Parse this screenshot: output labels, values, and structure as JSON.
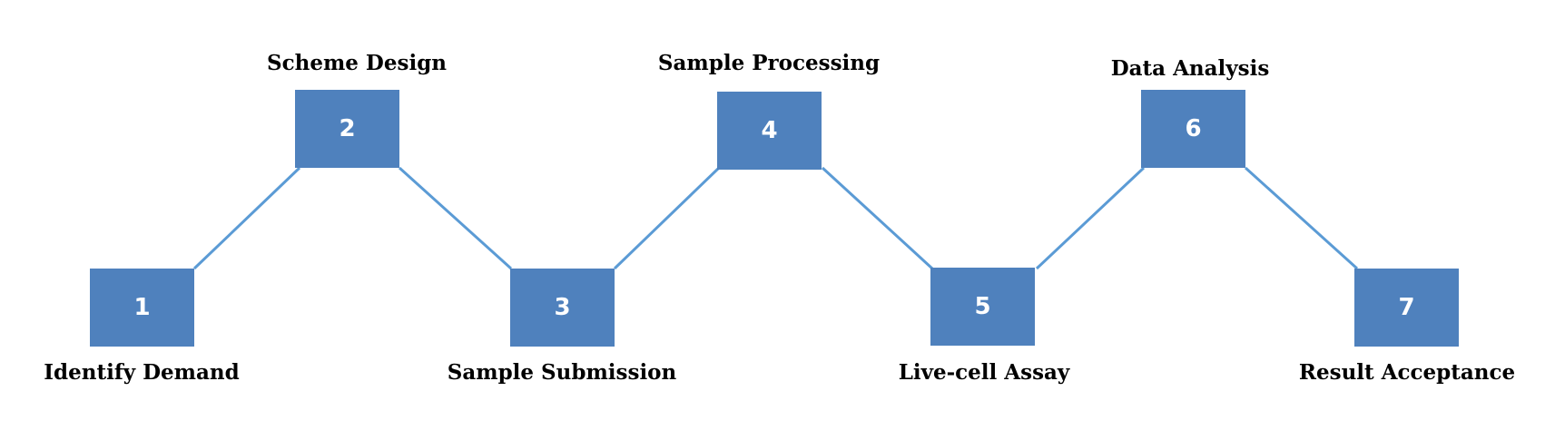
{
  "colors": {
    "box_fill": "#4f81bd",
    "box_text": "#ffffff",
    "connector": "#5b9bd5",
    "label_text": "#000000"
  },
  "steps": [
    {
      "number": "1",
      "label": "Identify Demand",
      "level": "low"
    },
    {
      "number": "2",
      "label": "Scheme Design",
      "level": "high"
    },
    {
      "number": "3",
      "label": "Sample Submission",
      "level": "low"
    },
    {
      "number": "4",
      "label": "Sample Processing",
      "level": "high"
    },
    {
      "number": "5",
      "label": "Live-cell Assay",
      "level": "low"
    },
    {
      "number": "6",
      "label": "Data Analysis",
      "level": "high"
    },
    {
      "number": "7",
      "label": "Result Acceptance",
      "level": "low"
    }
  ]
}
